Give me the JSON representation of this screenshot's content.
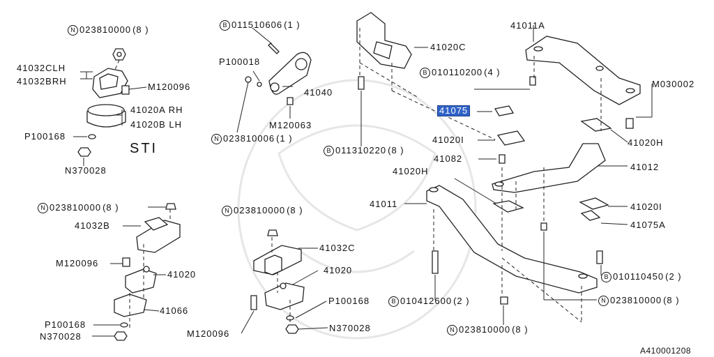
{
  "diagram": {
    "labels": {
      "n_023810000_a": {
        "prefix": "N",
        "code": "023810000",
        "qty": "(8 )"
      },
      "41032CLH": "41032CLH",
      "41032BRH": "41032BRH",
      "m120096_a": "M120096",
      "41020ARH": "41020A RH",
      "41020BLH": "41020B LH",
      "p100168_a": "P100168",
      "sti": "STI",
      "n370028_a": "N370028",
      "b_011510606": {
        "prefix": "B",
        "code": "011510606",
        "qty": "(1 )"
      },
      "p100018": "P100018",
      "41040": "41040",
      "m120063": "M120063",
      "n_023810006": {
        "prefix": "N",
        "code": "023810006",
        "qty": "(1 )"
      },
      "41020C": "41020C",
      "b_010110200": {
        "prefix": "B",
        "code": "010110200",
        "qty": "(4 )"
      },
      "41011A": "41011A",
      "m030002": "M030002",
      "41075": "41075",
      "41020I_a": "41020I",
      "b_011310220": {
        "prefix": "B",
        "code": "011310220",
        "qty": "(8 )"
      },
      "41082": "41082",
      "41020H_a": "41020H",
      "41020H_b": "41020H",
      "41012": "41012",
      "41011": "41011",
      "41020I_b": "41020I",
      "41075A": "41075A",
      "n_023810000_b": {
        "prefix": "N",
        "code": "023810000",
        "qty": "(8 )"
      },
      "41032B": "41032B",
      "m120096_b": "M120096",
      "41020": "41020",
      "41066": "41066",
      "p100168_b": "P100168",
      "n370028_b": "N370028",
      "n_023810000_c": {
        "prefix": "N",
        "code": "023810000",
        "qty": "(8 )"
      },
      "41032C": "41032C",
      "41020_b": "41020",
      "p100168_c": "P100168",
      "b_010412600": {
        "prefix": "B",
        "code": "010412600",
        "qty": "(2 )"
      },
      "m120096_c": "M120096",
      "n370028_c": "N370028",
      "n_023810000_d": {
        "prefix": "N",
        "code": "023810000",
        "qty": "(8 )"
      },
      "b_010110450": {
        "prefix": "B",
        "code": "010110450",
        "qty": "(2 )"
      },
      "n_023810000_e": {
        "prefix": "N",
        "code": "023810000",
        "qty": "(8 )"
      },
      "figure_id": "A410001208"
    },
    "highlight_color": "#2f62c7"
  }
}
